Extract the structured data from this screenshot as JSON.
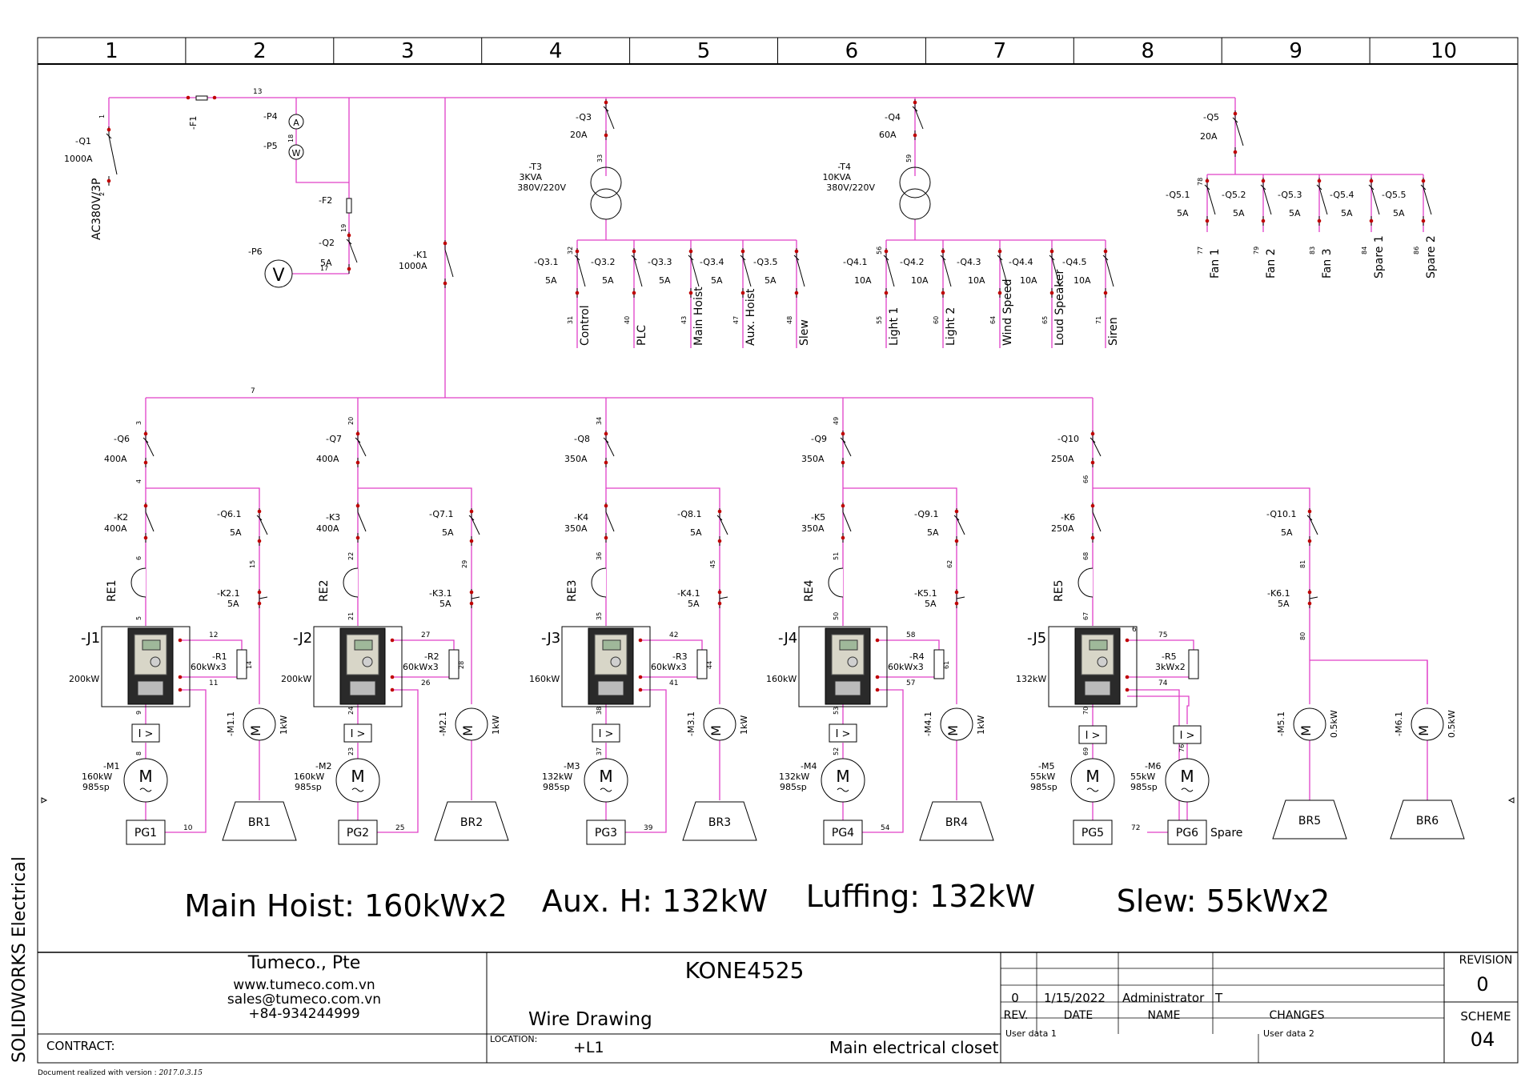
{
  "grid_columns": [
    "1",
    "2",
    "3",
    "4",
    "5",
    "6",
    "7",
    "8",
    "9",
    "10"
  ],
  "colors": {
    "wire": "#e040c8",
    "frame": "#000000",
    "terminal": "#c00000"
  },
  "supply": {
    "main_breaker": {
      "tag": "-Q1",
      "rating": "1000A",
      "supply_label": "AC380V/3P",
      "wire_top": "1",
      "wire_bottom": "2"
    },
    "fuse": {
      "tag": "-F1",
      "wire": "13"
    },
    "ammeter": {
      "tag": "-P4",
      "symbol": "A"
    },
    "wattmeter": {
      "tag": "-P5",
      "symbol": "W"
    },
    "meter_wire": "18",
    "fuse2": {
      "tag": "-F2",
      "wire": "19"
    },
    "breaker2": {
      "tag": "-Q2",
      "rating": "5A",
      "wire": "17"
    },
    "voltmeter": {
      "tag": "-P6",
      "symbol": "V"
    },
    "main_contactor": {
      "tag": "-K1",
      "rating": "1000A"
    },
    "bus_wire": "7"
  },
  "aux_groups": [
    {
      "breaker": "-Q3",
      "rating": "20A",
      "wire": "33",
      "transformer": {
        "tag": "-T3",
        "kva": "3KVA",
        "ratio": "380V/220V"
      },
      "out_wire": "32",
      "branches": [
        {
          "tag": "-Q3.1",
          "rating": "5A",
          "wire": "31",
          "load": "Control"
        },
        {
          "tag": "-Q3.2",
          "rating": "5A",
          "wire": "40",
          "load": "PLC"
        },
        {
          "tag": "-Q3.3",
          "rating": "5A",
          "wire": "43",
          "load": "Main Hoist"
        },
        {
          "tag": "-Q3.4",
          "rating": "5A",
          "wire": "47",
          "load": "Aux. Hoist"
        },
        {
          "tag": "-Q3.5",
          "rating": "5A",
          "wire": "48",
          "load": "Slew"
        }
      ]
    },
    {
      "breaker": "-Q4",
      "rating": "60A",
      "wire": "59",
      "transformer": {
        "tag": "-T4",
        "kva": "10KVA",
        "ratio": "380V/220V"
      },
      "out_wire": "56",
      "branches": [
        {
          "tag": "-Q4.1",
          "rating": "10A",
          "wire": "55",
          "load": "Light 1"
        },
        {
          "tag": "-Q4.2",
          "rating": "10A",
          "wire": "60",
          "load": "Light 2"
        },
        {
          "tag": "-Q4.3",
          "rating": "10A",
          "wire": "64",
          "load": "Wind Speed"
        },
        {
          "tag": "-Q4.4",
          "rating": "10A",
          "wire": "65",
          "load": "Loud Speaker"
        },
        {
          "tag": "-Q4.5",
          "rating": "10A",
          "wire": "71",
          "load": "Siren"
        }
      ]
    }
  ],
  "fan_group": {
    "breaker": "-Q5",
    "rating": "20A",
    "wire": "78",
    "branches": [
      {
        "tag": "-Q5.1",
        "rating": "5A",
        "wire": "77",
        "load": "Fan 1"
      },
      {
        "tag": "-Q5.2",
        "rating": "5A",
        "wire": "79",
        "load": "Fan 2"
      },
      {
        "tag": "-Q5.3",
        "rating": "5A",
        "wire": "83",
        "load": "Fan 3"
      },
      {
        "tag": "-Q5.4",
        "rating": "5A",
        "wire": "84",
        "load": "Spare 1"
      },
      {
        "tag": "-Q5.5",
        "rating": "5A",
        "wire": "86",
        "load": "Spare 2"
      }
    ]
  },
  "drives": [
    {
      "breaker": "-Q6",
      "brk_rating": "400A",
      "w_a": "3",
      "w_b": "4",
      "contactor": "-K2",
      "k_rating": "400A",
      "w_c": "6",
      "reactor": "RE1",
      "w_d": "5",
      "vfd": "-J1",
      "vfd_kw": "200kW",
      "resistor": "-R1",
      "res_rating": "60kWx3",
      "r_w1": "12",
      "r_w2": "11",
      "r_w3": "14",
      "brake_breaker": "-Q6.1",
      "bb_rating": "5A",
      "w_e": "15",
      "brake_contactor": "-K2.1",
      "bk_rating": "5A",
      "w_f": "9",
      "w_g": "8",
      "motor": "-M1",
      "motor_kw": "160kW",
      "motor_rpm": "985sp",
      "encoder": "PG1",
      "enc_wire": "10",
      "brake_motor": "-M1.1",
      "brake_kw": "1kW",
      "brake": "BR1"
    },
    {
      "breaker": "-Q7",
      "brk_rating": "400A",
      "w_a": "20",
      "w_b": "",
      "contactor": "-K3",
      "k_rating": "400A",
      "w_c": "22",
      "reactor": "RE2",
      "w_d": "21",
      "vfd": "-J2",
      "vfd_kw": "200kW",
      "resistor": "-R2",
      "res_rating": "60kWx3",
      "r_w1": "27",
      "r_w2": "26",
      "r_w3": "28",
      "brake_breaker": "-Q7.1",
      "bb_rating": "5A",
      "w_e": "29",
      "brake_contactor": "-K3.1",
      "bk_rating": "5A",
      "w_f": "24",
      "w_g": "23",
      "motor": "-M2",
      "motor_kw": "160kW",
      "motor_rpm": "985sp",
      "encoder": "PG2",
      "enc_wire": "25",
      "brake_motor": "-M2.1",
      "brake_kw": "1kW",
      "brake": "BR2"
    },
    {
      "breaker": "-Q8",
      "brk_rating": "350A",
      "w_a": "34",
      "w_b": "",
      "contactor": "-K4",
      "k_rating": "350A",
      "w_c": "36",
      "reactor": "RE3",
      "w_d": "35",
      "vfd": "-J3",
      "vfd_kw": "160kW",
      "resistor": "-R3",
      "res_rating": "60kWx3",
      "r_w1": "42",
      "r_w2": "41",
      "r_w3": "44",
      "brake_breaker": "-Q8.1",
      "bb_rating": "5A",
      "w_e": "45",
      "brake_contactor": "-K4.1",
      "bk_rating": "5A",
      "w_f": "38",
      "w_g": "37",
      "motor": "-M3",
      "motor_kw": "132kW",
      "motor_rpm": "985sp",
      "encoder": "PG3",
      "enc_wire": "39",
      "brake_motor": "-M3.1",
      "brake_kw": "1kW",
      "brake": "BR3"
    },
    {
      "breaker": "-Q9",
      "brk_rating": "350A",
      "w_a": "49",
      "w_b": "",
      "contactor": "-K5",
      "k_rating": "350A",
      "w_c": "51",
      "reactor": "RE4",
      "w_d": "50",
      "vfd": "-J4",
      "vfd_kw": "160kW",
      "resistor": "-R4",
      "res_rating": "60kWx3",
      "r_w1": "58",
      "r_w2": "57",
      "r_w3": "61",
      "brake_breaker": "-Q9.1",
      "bb_rating": "5A",
      "w_e": "62",
      "brake_contactor": "-K5.1",
      "bk_rating": "5A",
      "w_f": "53",
      "w_g": "52",
      "motor": "-M4",
      "motor_kw": "132kW",
      "motor_rpm": "985sp",
      "encoder": "PG4",
      "enc_wire": "54",
      "brake_motor": "-M4.1",
      "brake_kw": "1kW",
      "brake": "BR4"
    }
  ],
  "slew_drive": {
    "breaker": "-Q10",
    "brk_rating": "250A",
    "w_a": "66",
    "contactor": "-K6",
    "k_rating": "250A",
    "w_c": "68",
    "reactor": "RE5",
    "w_d": "67",
    "vfd": "-J5",
    "vfd_kw": "132kW",
    "resistor": "-R5",
    "res_rating": "3kWx2",
    "r_w1": "75",
    "r_w2": "74",
    "r_w0": "6",
    "w_f": "70",
    "w_g": "69",
    "w_h": "76",
    "motor_a": {
      "tag": "-M5",
      "kw": "55kW",
      "rpm": "985sp",
      "encoder": "PG5",
      "enc_wire": "72"
    },
    "motor_b": {
      "tag": "-M6",
      "kw": "55kW",
      "rpm": "985sp",
      "encoder": "PG6",
      "note": "Spare"
    },
    "brake_breaker": "-Q10.1",
    "bb_rating": "5A",
    "w_e": "81",
    "brake_contactor": "-K6.1",
    "bk_rating": "5A",
    "w_k": "80",
    "brake_motors": [
      {
        "tag": "-M5.1",
        "kw": "0.5kW",
        "brake": "BR5"
      },
      {
        "tag": "-M6.1",
        "kw": "0.5kW",
        "brake": "BR6"
      }
    ]
  },
  "oc_relay_label": "I >",
  "motor_symbol": "M",
  "summary": [
    "Main Hoist: 160kWx2",
    "Aux. H: 132kW",
    "Luffing: 132kW",
    "Slew: 55kWx2"
  ],
  "title_block": {
    "company": "Tumeco., Pte",
    "website": "www.tumeco.com.vn",
    "email": "sales@tumeco.com.vn",
    "phone": "+84-934244999",
    "contract_label": "CONTRACT:",
    "project": "KONE4525",
    "drawing_type": "Wire Drawing",
    "location_label": "LOCATION:",
    "location_code": "+L1",
    "location_name": "Main electrical closet",
    "revision_row": {
      "rev": "0",
      "date": "1/15/2022",
      "name": "Administrator",
      "change": "T"
    },
    "headers": {
      "rev": "REV.",
      "date": "DATE",
      "name": "NAME",
      "changes": "CHANGES"
    },
    "user_data_1": "User data 1",
    "user_data_2": "User data 2",
    "revision_label": "REVISION",
    "revision_value": "0",
    "scheme_label": "SCHEME",
    "scheme_value": "04"
  },
  "side_label": "SOLIDWORKS Electrical",
  "footer_note": "Document realized with version :",
  "footer_version": "2017.0.3.15"
}
